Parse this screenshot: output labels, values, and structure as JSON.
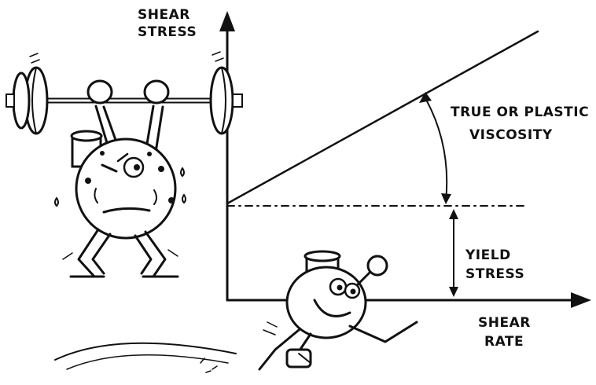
{
  "axes": {
    "y_label_line1": "SHEAR",
    "y_label_line2": "STRESS",
    "x_label_line1": "SHEAR",
    "x_label_line2": "RATE"
  },
  "annotations": {
    "viscosity_line1": "TRUE OR PLASTIC",
    "viscosity_line2": "VISCOSITY",
    "yield_line1": "YIELD",
    "yield_line2": "STRESS"
  },
  "illustration": {
    "left_character": "flask-character-lifting-barbell",
    "bottom_character": "flask-character-falling"
  }
}
